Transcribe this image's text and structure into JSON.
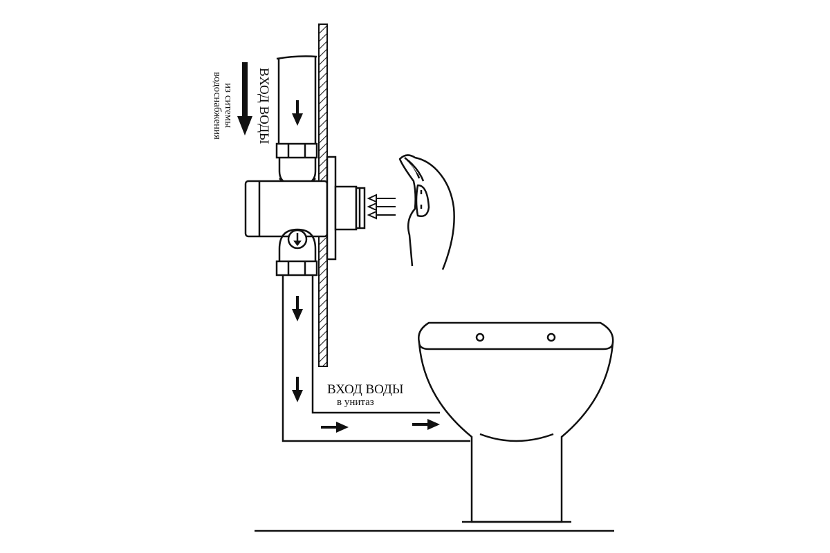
{
  "labels": {
    "inlet_title": "ВХОД ВОДЫ",
    "inlet_sub_line1": "из ситемы",
    "inlet_sub_line2": "водоснабжения",
    "outlet_title": "ВХОД ВОДЫ",
    "outlet_sub": "в унитаз"
  },
  "colors": {
    "line": "#111111",
    "background": "#ffffff",
    "wall_hatch": "#222222"
  },
  "icons": [
    "hand-icon",
    "flow-arrow-icon",
    "sensor-signal-arrows-icon",
    "toilet-icon"
  ]
}
